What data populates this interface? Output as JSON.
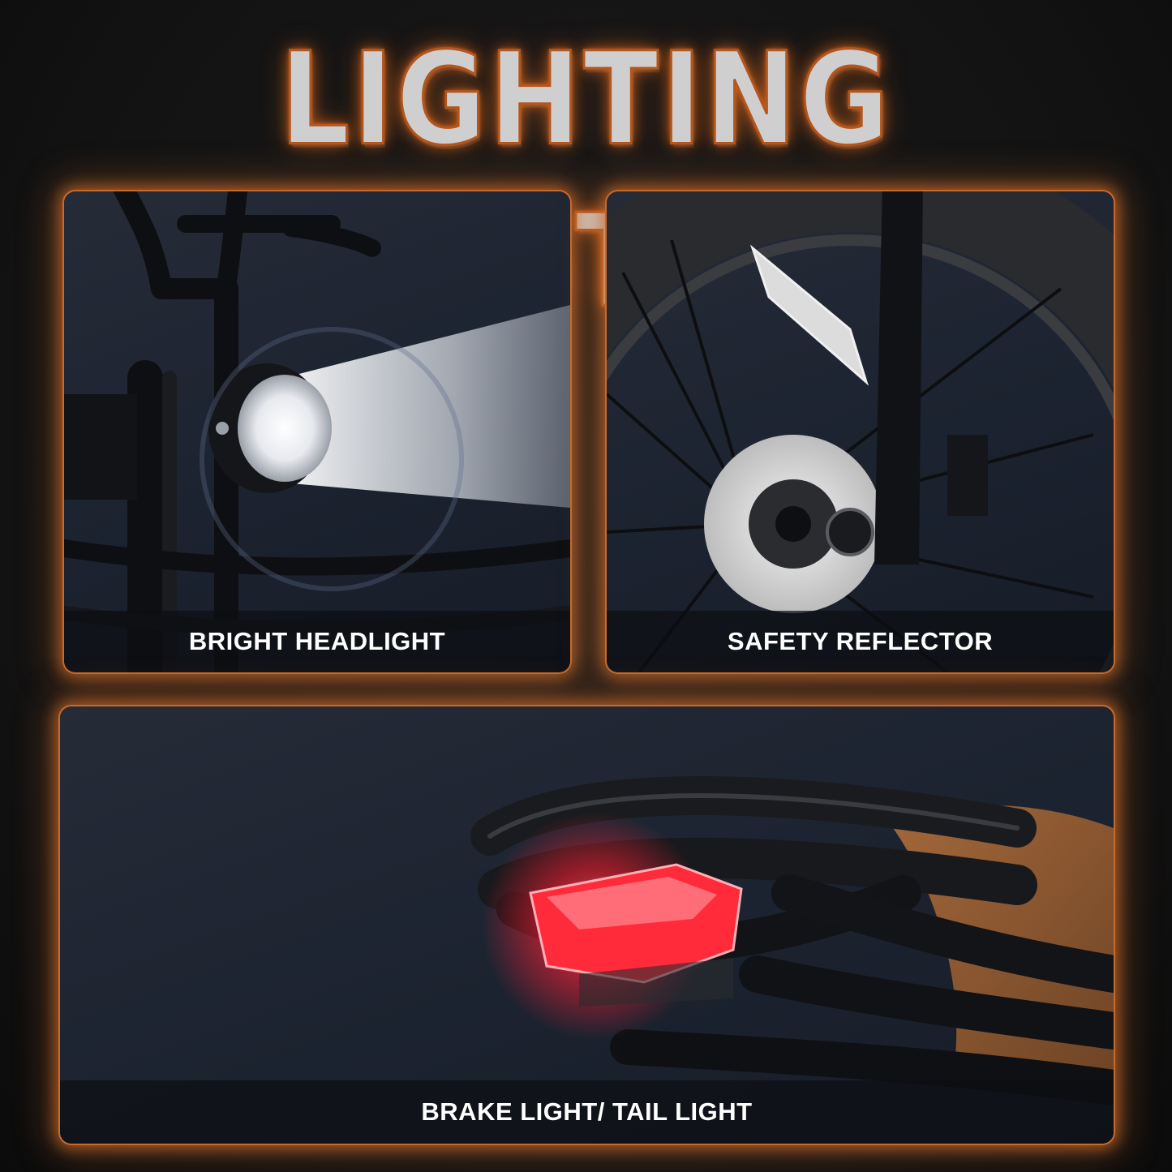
{
  "headline": "LIGHTING SYSTEM",
  "panels": [
    {
      "id": "headlight",
      "caption": "BRIGHT HEADLIGHT"
    },
    {
      "id": "reflector",
      "caption": "SAFETY REFLECTOR"
    },
    {
      "id": "tail",
      "caption": "BRAKE LIGHT/ TAIL LIGHT"
    }
  ],
  "colors": {
    "accent_glow": "#c86a2a",
    "panel_bg": "#1c2330",
    "caption_text": "#ffffff",
    "tail_light": "#ff2b3a"
  },
  "icons": [
    "headlight-beam",
    "disc-brake-rotor",
    "tail-light-lamp"
  ]
}
